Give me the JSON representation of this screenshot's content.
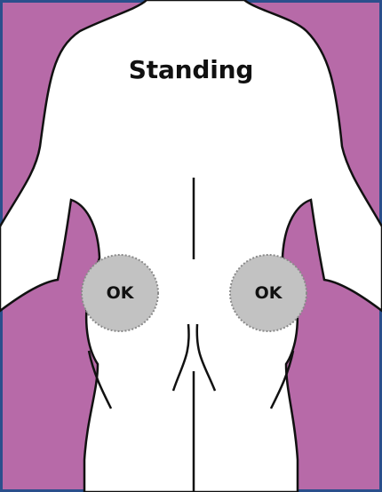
{
  "title": "Standing",
  "markers": [
    {
      "label": "OK"
    },
    {
      "label": "OK"
    }
  ],
  "colors": {
    "background": "#b76aa8",
    "border": "#2b4f8c",
    "body": "#ffffff",
    "outline": "#111111",
    "marker_fill": "#c2c2c2",
    "marker_edge": "#8a8a8a"
  }
}
